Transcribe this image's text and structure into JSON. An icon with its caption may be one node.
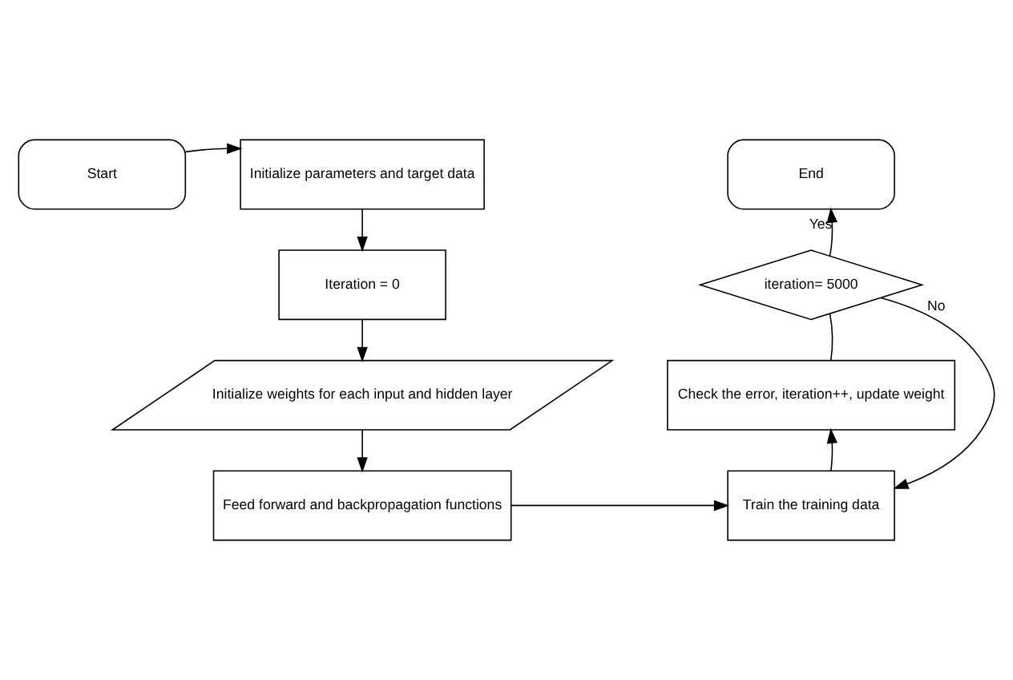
{
  "diagram": {
    "nodes": [
      {
        "text": [
          "Start"
        ]
      },
      {
        "text": [
          "Initialize parameters and target data"
        ]
      },
      {
        "text": [
          "Iteration = 0"
        ]
      },
      {
        "text": [
          "Initialize weights for each input and hidden layer"
        ]
      },
      {
        "text": [
          "Feed forward and backpropagation functions"
        ]
      },
      {
        "text": [
          "End"
        ]
      },
      {
        "text": [
          "iteration= 5000"
        ]
      },
      {
        "text": [
          "Check the error, iteration++, update weight"
        ]
      },
      {
        "text": [
          "Train the training data"
        ]
      }
    ],
    "edges": [
      {
        "from": 0,
        "to": 1,
        "arrow": "to"
      },
      {
        "from": 1,
        "to": 2,
        "arrow": "to"
      },
      {
        "from": 2,
        "to": 3,
        "arrow": "to"
      },
      {
        "from": 3,
        "to": 4,
        "arrow": "to"
      },
      {
        "from": 4,
        "to": 8,
        "arrow": "to"
      },
      {
        "from": 8,
        "to": 7,
        "arrow": "to"
      },
      {
        "from": 7,
        "to": 6,
        "arrow": "none"
      },
      {
        "from": 6,
        "to": 5,
        "label": "Yes",
        "arrow": "to"
      },
      {
        "from": 6,
        "to": 8,
        "label": "No",
        "arrow": "to"
      }
    ]
  }
}
